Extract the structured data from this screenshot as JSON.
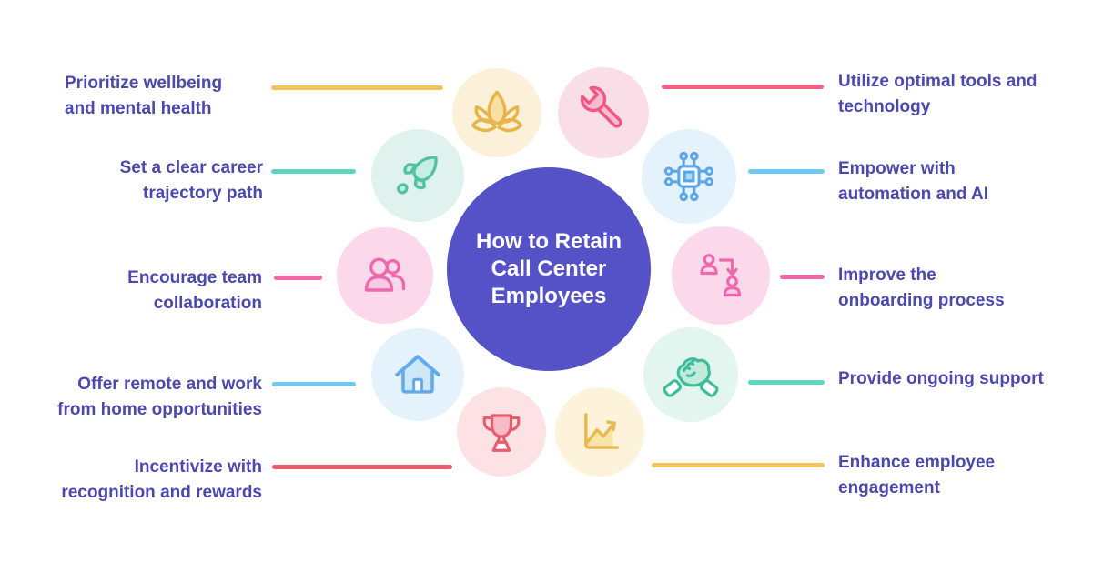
{
  "title": "How to Retain Call Center Employees infographic",
  "center": {
    "lines": [
      "How to Retain",
      "Call Center",
      "Employees"
    ],
    "bg_color": "#5452C6",
    "text_color": "#FFFFFF"
  },
  "text_color": "#4C48AE",
  "items": [
    {
      "id": "wellbeing",
      "lines": [
        "Prioritize wellbeing",
        "and mental health"
      ],
      "accent": "#F2C55C",
      "icon": "lotus-icon",
      "icon_color": "#E8B54B",
      "bubble_color": "#FCF1D8"
    },
    {
      "id": "career",
      "lines": [
        "Set a clear career",
        "trajectory path"
      ],
      "accent": "#5CD6C0",
      "icon": "rocket-icon",
      "icon_color": "#52C2A5",
      "bubble_color": "#DFF2ED"
    },
    {
      "id": "team",
      "lines": [
        "Encourage team",
        "collaboration"
      ],
      "accent": "#F168A8",
      "icon": "people-icon",
      "icon_color": "#EF67AC",
      "bubble_color": "#FBD9EB"
    },
    {
      "id": "remote",
      "lines": [
        "Offer remote and work",
        "from home opportunities"
      ],
      "accent": "#6FC8F2",
      "icon": "house-icon",
      "icon_color": "#62AAEA",
      "bubble_color": "#E4F2FC"
    },
    {
      "id": "incentivize",
      "lines": [
        "Incentivize with",
        "recognition and rewards"
      ],
      "accent": "#EE5D6E",
      "icon": "trophy-icon",
      "icon_color": "#E85C6D",
      "bubble_color": "#FCE2E5"
    },
    {
      "id": "tools",
      "lines": [
        "Utilize optimal tools and",
        "technology"
      ],
      "accent": "#F2617F",
      "icon": "wrench-icon",
      "icon_color": "#F25682",
      "bubble_color": "#FADEE7"
    },
    {
      "id": "automation",
      "lines": [
        "Empower with",
        "automation and AI"
      ],
      "accent": "#6FC8F2",
      "icon": "chip-icon",
      "icon_color": "#5CA6E8",
      "bubble_color": "#E4F2FC"
    },
    {
      "id": "onboarding",
      "lines": [
        "Improve the",
        "onboarding process"
      ],
      "accent": "#F168A8",
      "icon": "onboarding-icon",
      "icon_color": "#EF67AC",
      "bubble_color": "#FBD9EB"
    },
    {
      "id": "support",
      "lines": [
        "Provide ongoing support"
      ],
      "accent": "#5CD6C0",
      "icon": "handshake-icon",
      "icon_color": "#3CBD9B",
      "bubble_color": "#E2F5EF"
    },
    {
      "id": "engagement",
      "lines": [
        "Enhance employee",
        "engagement"
      ],
      "accent": "#F2C55C",
      "icon": "chart-icon",
      "icon_color": "#E9B94D",
      "bubble_color": "#FDF3DB"
    }
  ]
}
